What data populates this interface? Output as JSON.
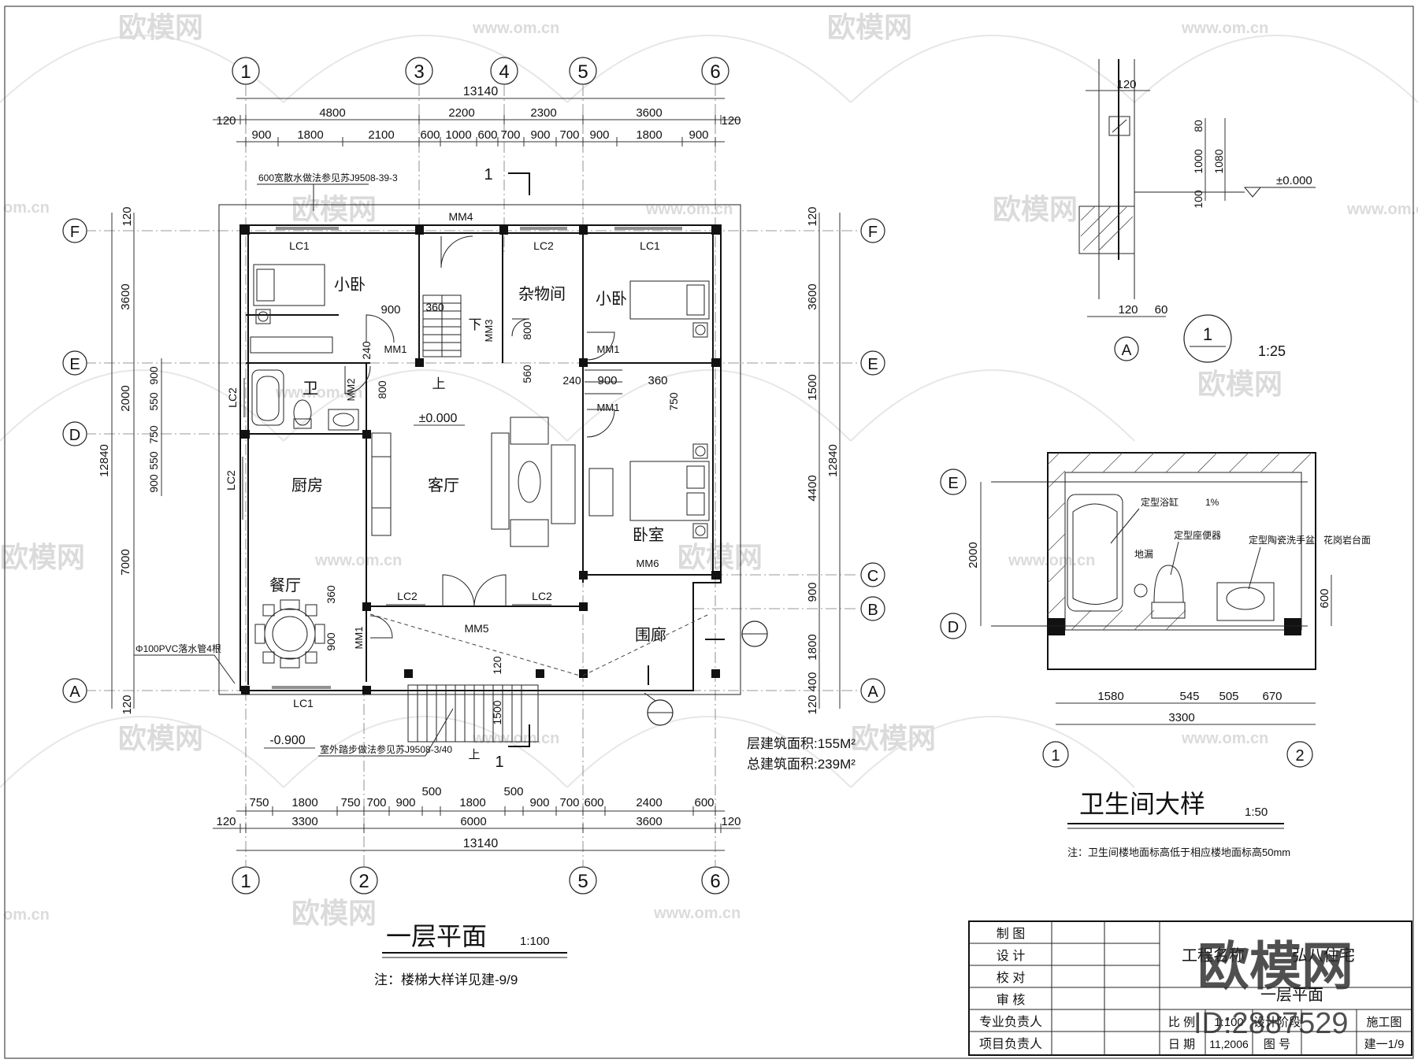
{
  "watermarks": {
    "brand": "欧模网",
    "site": "www.om.cn",
    "site_short": "om.cn",
    "big_brand": "欧模网",
    "id": "ID:2887529"
  },
  "plan": {
    "title": "一层平面",
    "scale": "1:100",
    "note": "注：楼梯大样详见建-9/9",
    "grid_top": [
      "1",
      "3",
      "4",
      "5",
      "6"
    ],
    "grid_bottom": [
      "1",
      "2",
      "5",
      "6"
    ],
    "grid_left": [
      "F",
      "E",
      "D",
      "A"
    ],
    "grid_right": [
      "F",
      "E",
      "C",
      "B",
      "A"
    ],
    "dims_top_total": "13140",
    "dims_top_row2": [
      "120",
      "4800",
      "2200",
      "2300",
      "3600",
      "120"
    ],
    "dims_top_row3": [
      "900",
      "1800",
      "2100",
      "600",
      "1000",
      "600",
      "700",
      "900",
      "700",
      "900",
      "1800",
      "900"
    ],
    "dims_left": [
      "120",
      "3600",
      "2000",
      "12840",
      "7000",
      "120"
    ],
    "dims_left_inner": [
      "900",
      "550",
      "750",
      "550",
      "900"
    ],
    "dims_right": [
      "120",
      "3600",
      "1500",
      "12840",
      "4400",
      "900",
      "1800",
      "400",
      "120"
    ],
    "dims_bottom_row1": [
      "750",
      "1800",
      "750",
      "700",
      "900",
      "500",
      "1800",
      "500",
      "900",
      "700",
      "600",
      "2400",
      "600"
    ],
    "dims_bottom_row2": [
      "120",
      "3300",
      "6000",
      "3600",
      "120"
    ],
    "dims_bottom_total": "13140",
    "rooms": {
      "small_bed_1": "小卧",
      "storage": "杂物间",
      "small_bed_2": "小卧",
      "bath": "卫",
      "kitchen": "厨房",
      "living": "客厅",
      "bedroom": "卧室",
      "dining": "餐厅",
      "porch": "围廊"
    },
    "labels": {
      "lc1_a": "LC1",
      "lc2_a": "LC2",
      "lc1_b": "LC1",
      "mm4": "MM4",
      "mm3": "MM3",
      "mm1_a": "MM1",
      "mm1_b": "MM1",
      "mm1_c": "MM1",
      "mm1_d": "MM1",
      "mm2": "MM2",
      "lc2_side1": "LC2",
      "lc2_side2": "LC2",
      "lc2_s1": "LC2",
      "lc2_s2": "LC2",
      "mm5": "MM5",
      "mm6": "MM6",
      "lc1_bottom": "LC1",
      "up1": "上",
      "down": "下",
      "up2": "上",
      "elev0": "±0.000",
      "elev_out": "-0.900",
      "d900": "900",
      "d360a": "360",
      "d800a": "800",
      "d240a": "240",
      "d800b": "800",
      "d560": "560",
      "d240b": "240",
      "d900b": "900",
      "d360b": "360",
      "d750": "750",
      "d360c": "360",
      "d900c": "900",
      "d120": "120",
      "d1500": "1500",
      "sec_1": "1",
      "sec_1b": "1",
      "leader_apron": "600宽散水做法参见苏J9508-39-3",
      "leader_pipe": "Φ100PVC落水管4根",
      "leader_step": "室外踏步做法参见苏J9508-3/40"
    },
    "area_floor": "层建筑面积:155M²",
    "area_total": "总建筑面积:239M²"
  },
  "section_detail": {
    "label": "1",
    "scale": "1:25",
    "grid": "A",
    "dims_v": [
      "80",
      "1000",
      "100",
      "1080"
    ],
    "dim_top": "120",
    "dims_bottom": [
      "120",
      "60"
    ],
    "elev": "±0.000"
  },
  "bath_detail": {
    "title": "卫生间大样",
    "scale": "1:50",
    "note": "注：卫生间楼地面标高低于相应楼地面标高50mm",
    "grid_left": [
      "E",
      "D"
    ],
    "grid_bottom": [
      "1",
      "2"
    ],
    "dim_left": "2000",
    "dim_right": "600",
    "dims_bottom": [
      "1580",
      "545",
      "505",
      "670"
    ],
    "dim_total": "3300",
    "labels": {
      "tub": "定型浴缸",
      "slope": "1%",
      "toilet": "定型座便器",
      "drain": "地漏",
      "basin": "定型陶瓷洗手盆",
      "counter": "花岗岩台面"
    }
  },
  "title_block": {
    "rows": [
      "制  图",
      "设  计",
      "校  对",
      "审  核",
      "专业负责人",
      "项目负责人"
    ],
    "project_label": "工程名称",
    "project_name": "弘八住宅",
    "drawing_name": "一层平面",
    "scale_label": "比  例",
    "scale_value": "1:100",
    "stage_label": "设计阶段",
    "stage_value": "施工图",
    "date_label": "日  期",
    "date_value": "11,2006",
    "no_label": "图  号",
    "no_value": "建一1/9"
  }
}
